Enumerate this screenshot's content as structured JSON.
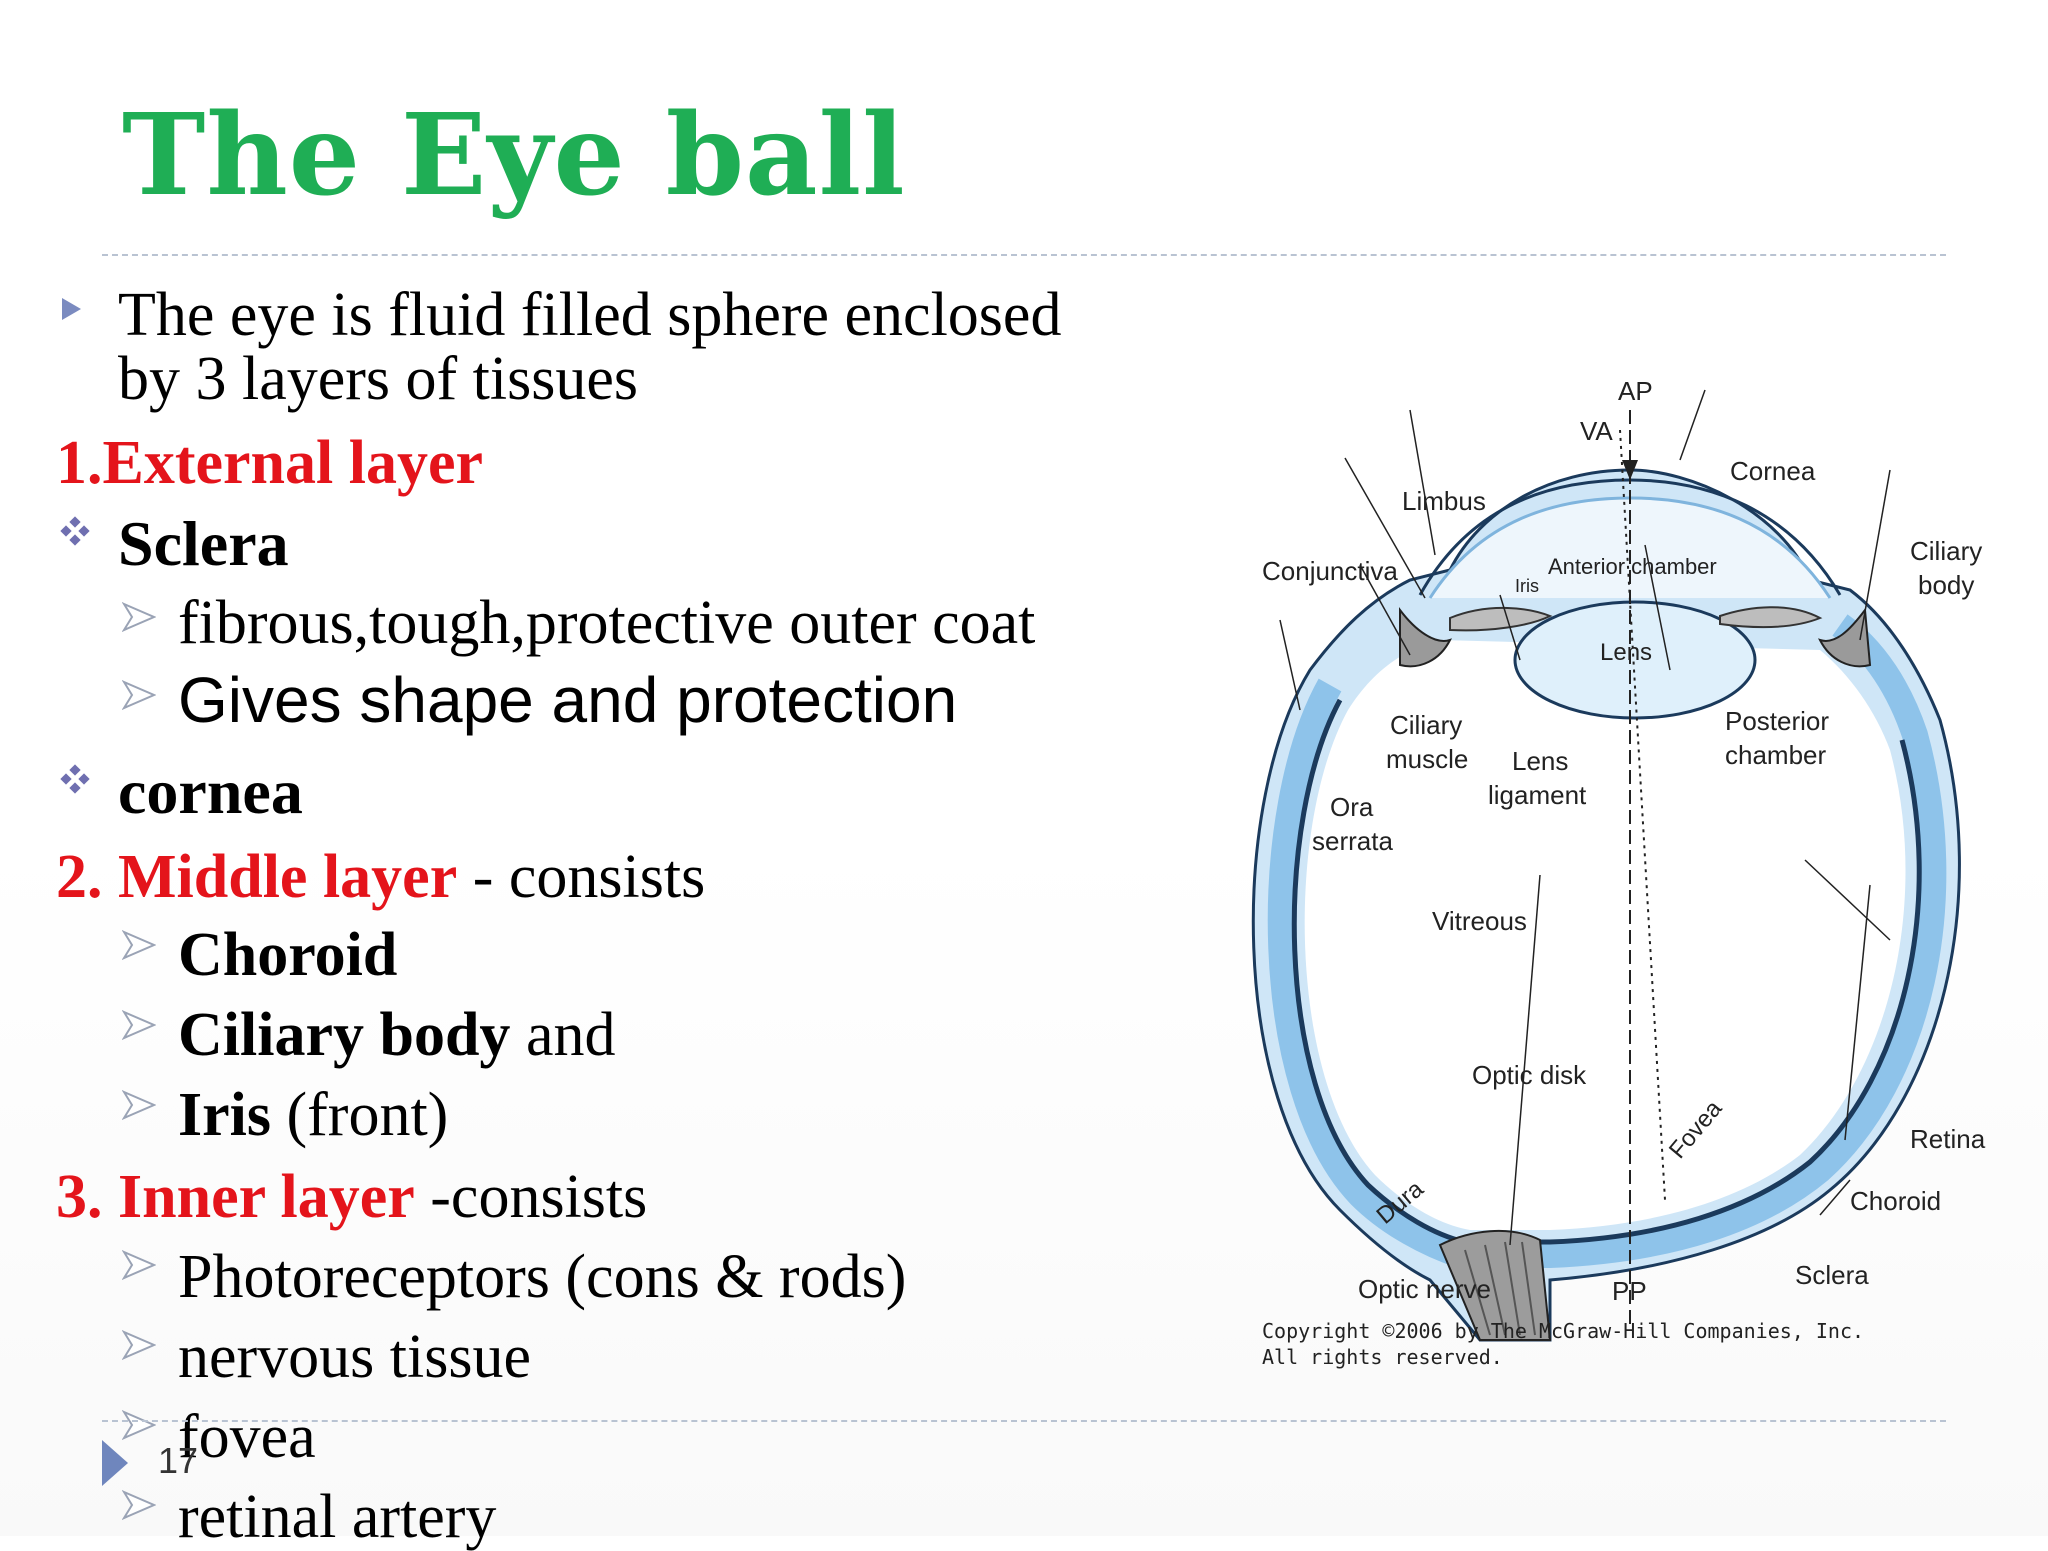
{
  "title": "The Eye ball",
  "intro": {
    "line1": "The eye is fluid filled sphere enclosed",
    "line2": "by 3 layers of tissues"
  },
  "external": {
    "heading": "1.External layer",
    "items": [
      {
        "label": "Sclera",
        "sub": [
          "fibrous,tough,protective outer coat",
          "Gives shape and protection"
        ]
      },
      {
        "label": "cornea"
      }
    ]
  },
  "middle": {
    "heading": "2. Middle layer",
    "suffix": " - consists",
    "items": [
      {
        "bold": "Choroid",
        "rest": ""
      },
      {
        "bold": "Ciliary body",
        "rest": " and"
      },
      {
        "bold": "Iris",
        "rest": " (front)"
      }
    ]
  },
  "inner": {
    "heading": "3. Inner layer",
    "suffix": " -consists",
    "items": [
      "Photoreceptors (cons & rods)",
      "nervous tissue",
      "fovea",
      "retinal artery"
    ]
  },
  "page_number": "17",
  "diagram": {
    "labels": {
      "ap": "AP",
      "va": "VA",
      "cornea": "Cornea",
      "limbus": "Limbus",
      "conjunctiva": "Conjunctiva",
      "iris": "Iris",
      "anterior_chamber": "Anterior chamber",
      "ciliary_body_1": "Ciliary",
      "ciliary_body_2": "body",
      "lens": "Lens",
      "ciliary_muscle_1": "Ciliary",
      "ciliary_muscle_2": "muscle",
      "posterior_chamber_1": "Posterior",
      "posterior_chamber_2": "chamber",
      "lens_ligament_1": "Lens",
      "lens_ligament_2": "ligament",
      "ora_serrata_1": "Ora",
      "ora_serrata_2": "serrata",
      "vitreous": "Vitreous",
      "optic_disk": "Optic disk",
      "fovea": "Fovea",
      "retina": "Retina",
      "choroid": "Choroid",
      "dura": "Dura",
      "sclera": "Sclera",
      "optic_nerve": "Optic nerve",
      "pp": "PP"
    },
    "copyright_1": "Copyright ©2006 by The McGraw-Hill Companies, Inc.",
    "copyright_2": "All rights reserved."
  },
  "colors": {
    "title": "#1fae55",
    "heading_red": "#e4141b",
    "bullet_blue": "#7b8bc0",
    "eye_outer": "#cfe6f7",
    "eye_mid": "#8ec3ea",
    "eye_line": "#1b3a5c"
  }
}
